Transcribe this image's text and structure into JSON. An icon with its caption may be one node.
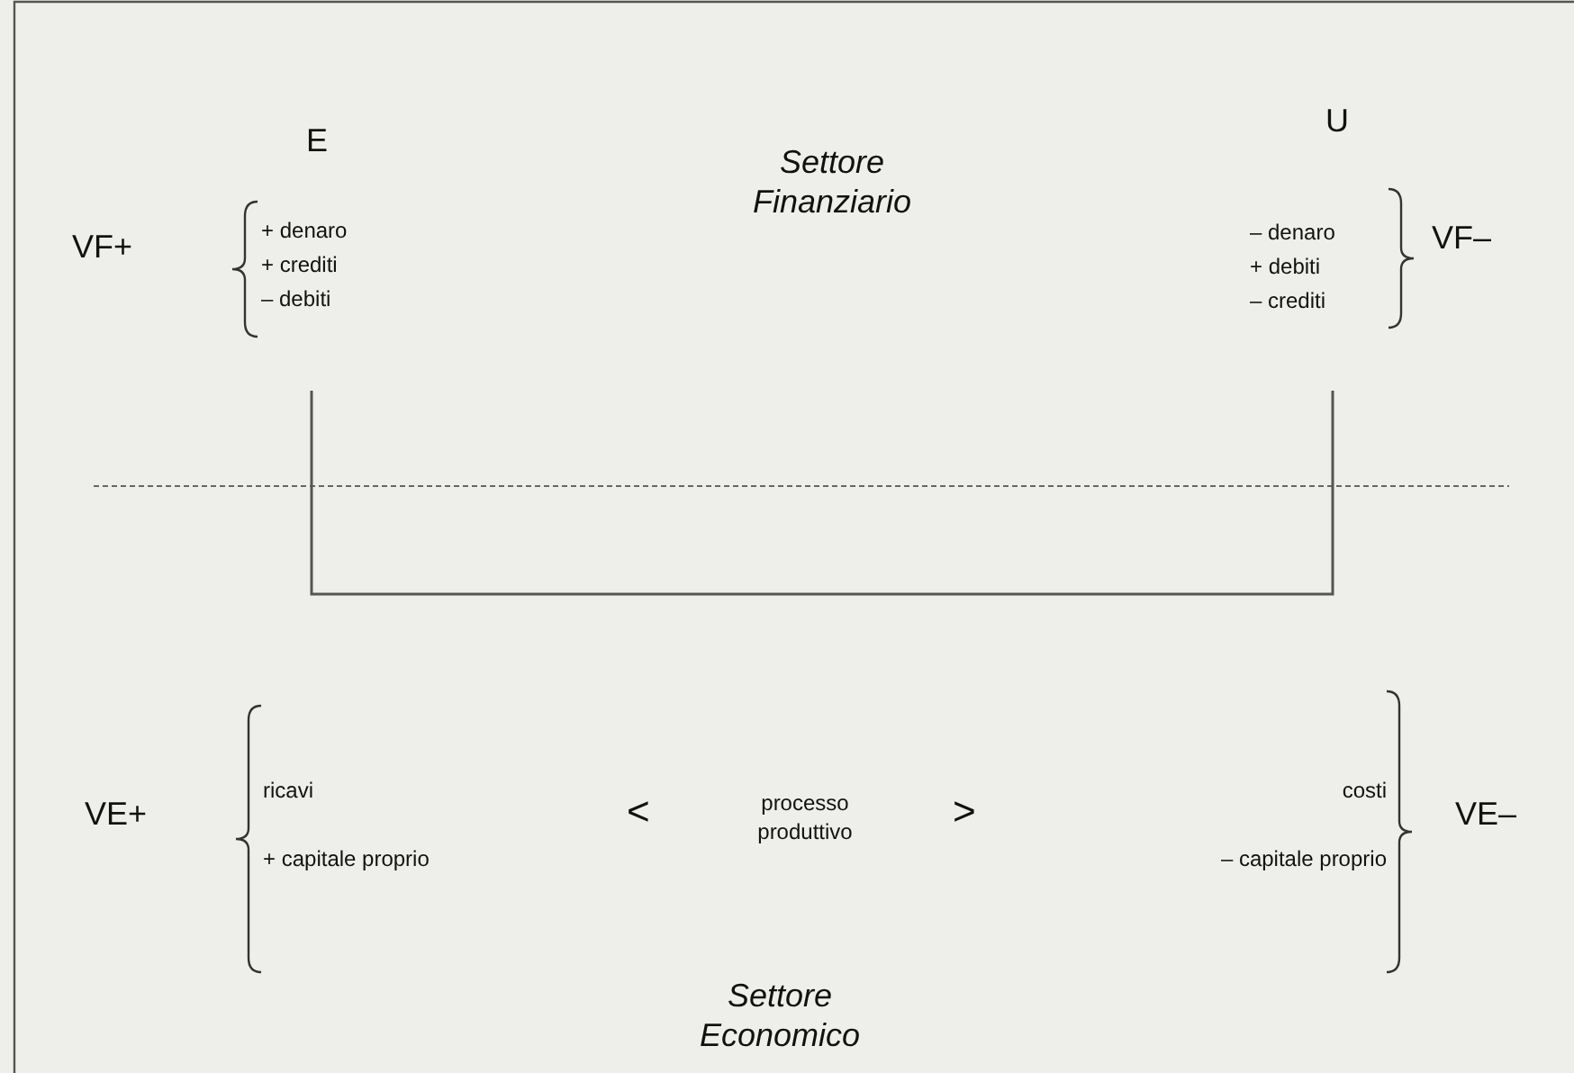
{
  "diagram": {
    "nodes": [
      {
        "text": [
          "E",
          "+ denaro",
          "+ crediti",
          "– debiti"
        ]
      },
      {
        "text": [
          "U",
          "– denaro",
          "+ debiti",
          "– crediti"
        ]
      }
    ],
    "edges": [
      {
        "from": 0,
        "to": 1,
        "arrow": "none"
      }
    ],
    "labels": [
      "VF+",
      "Settore Finanziario",
      "VF–",
      "VE+",
      "ricavi",
      "+ capitale proprio",
      "<",
      "processo produttivo",
      ">",
      "costi",
      "– capitale proprio",
      "VE–",
      "Settore Economico"
    ]
  }
}
